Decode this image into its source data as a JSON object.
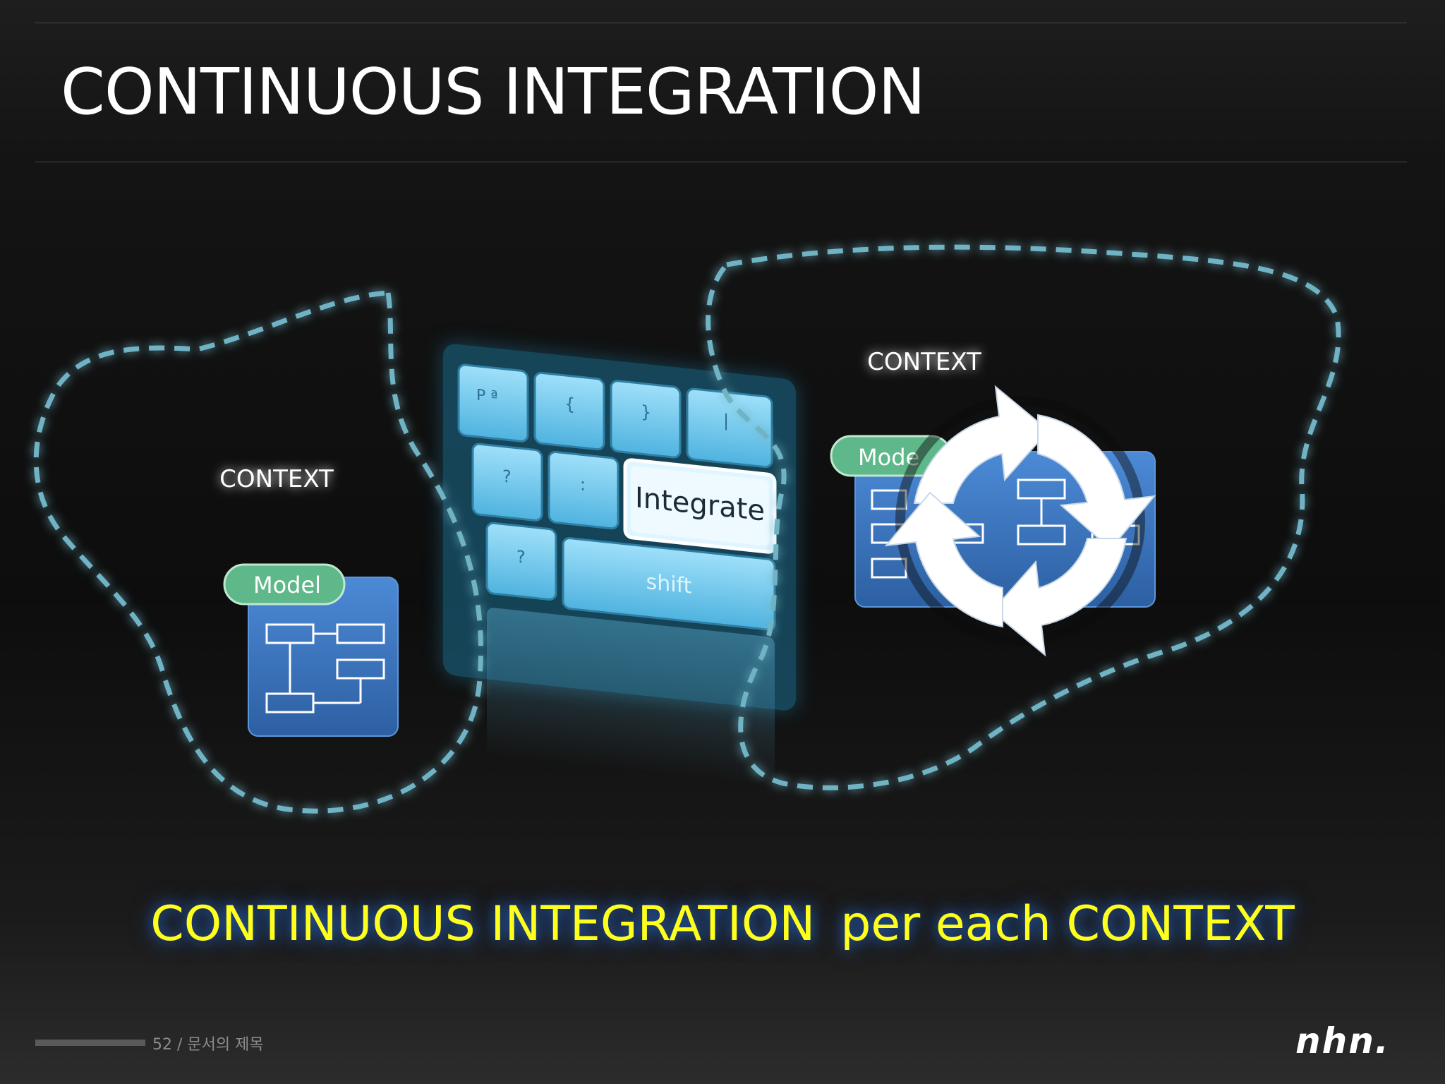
{
  "slide": {
    "title": "CONTINUOUS INTEGRATION",
    "caption_main": "CONTINUOUS INTEGRATION",
    "caption_tail": "per each CONTEXT"
  },
  "left_context": {
    "label": "CONTEXT",
    "model_tab": "Model"
  },
  "right_context": {
    "label": "CONTEXT",
    "model_tab": "Mode"
  },
  "keyboard": {
    "integrate_key": "Integrate",
    "shift_key": "shift",
    "keys_row1": [
      "P ª",
      "{",
      "}",
      "|"
    ],
    "keys_row2": [
      "?",
      ":"
    ],
    "keys_row3": [
      "?"
    ]
  },
  "footer": {
    "page": "52",
    "separator": " / ",
    "doc_title": "문서의 제목"
  },
  "brand": {
    "logo_text": "nhn."
  },
  "colors": {
    "boundary": "#4f8f9c",
    "caption": "#ffff1e",
    "key_face": "#6cc6ec",
    "model_tab": "#5fb88a",
    "model_body": "#3f7bc4"
  }
}
